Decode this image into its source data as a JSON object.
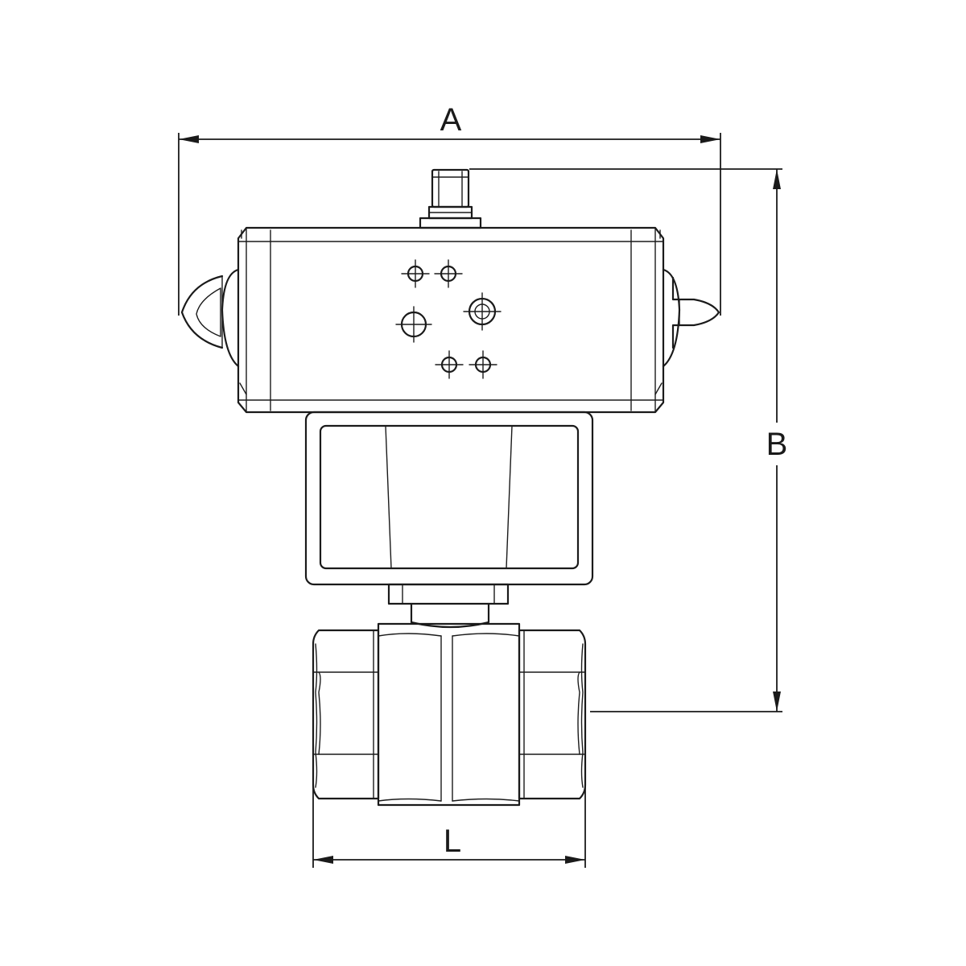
{
  "dimensions": {
    "overall_width_label": "A",
    "overall_height_label": "B",
    "face_to_face_label": "L"
  }
}
